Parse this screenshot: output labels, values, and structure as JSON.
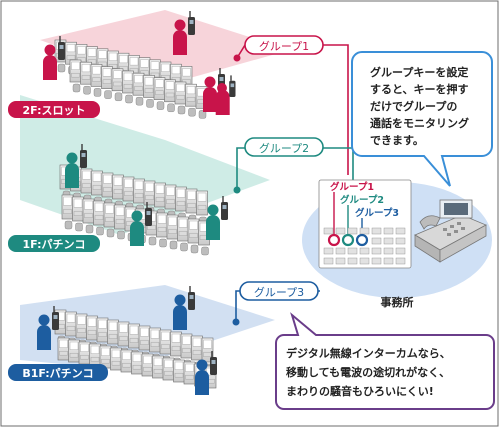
{
  "floors": [
    {
      "label": "2F:スロット",
      "color": "#c8144a",
      "plate": "#f6cdd3",
      "group": "グループ1",
      "group_color": "#c8144a"
    },
    {
      "label": "1F:パチンコ",
      "color": "#1e8a80",
      "plate": "#bfe6dd",
      "group": "グループ2",
      "group_color": "#1e8a80"
    },
    {
      "label": "B1F:パチンコ",
      "color": "#1d5da0",
      "plate": "#c3d6ee",
      "group": "グループ3",
      "group_color": "#1d5da0"
    }
  ],
  "console_labels": [
    "グループ1",
    "グループ2",
    "グループ3"
  ],
  "office_label": "事務所",
  "callout_top": [
    "グループキーを設定",
    "すると、キーを押す",
    "だけでグループの",
    "通話をモニタリング",
    "できます。"
  ],
  "callout_bottom": [
    "デジタル無線インターカムなら、",
    "移動しても電波の途切れがなく、",
    "まわりの騒音もひろいにくい!"
  ],
  "colors": {
    "red": "#c8144a",
    "teal": "#1e8a80",
    "blue": "#1d5da0",
    "purple": "#6a3d8a",
    "callout_border": "#3a8fd8"
  }
}
